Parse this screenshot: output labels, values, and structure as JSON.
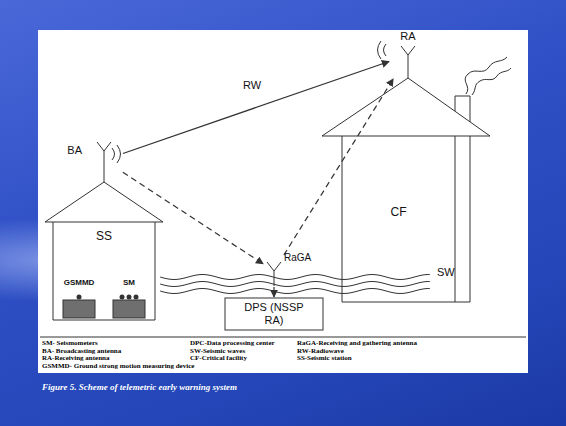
{
  "diagram": {
    "caption": "Figure 5. Scheme of telemetric early warning system",
    "nodes": [
      {
        "text": [
          "SS"
        ]
      },
      {
        "text": [
          "GSMMD"
        ],
        "in": 0
      },
      {
        "text": [
          "SM"
        ],
        "in": 0
      },
      {
        "text": [
          "BA"
        ]
      },
      {
        "text": [
          "RaGA"
        ]
      },
      {
        "text": [
          "DPS (NSSP RA)"
        ]
      },
      {
        "text": [
          "CF"
        ]
      },
      {
        "text": [
          "RA"
        ]
      }
    ],
    "edges": [
      {
        "from": 3,
        "to": 4,
        "arrow": "to"
      },
      {
        "from": 4,
        "to": 7,
        "arrow": "to"
      },
      {
        "from": 3,
        "to": 7,
        "label": "RW",
        "arrow": "to"
      },
      {
        "from": 4,
        "to": 5,
        "arrow": "to"
      }
    ],
    "labels": [
      "SW",
      "SM- Seismometers",
      "BA- Broadcasting antenna",
      "RA-Receiving antenna",
      "GSMMD- Ground strong motion measuring device",
      "DPC-Data processing center",
      "SW-Seismic waves",
      "CF-Critical facility",
      "RaGA-Receiving and gathering antenna",
      "RW-Radiowave",
      "SS-Seismic station"
    ]
  }
}
